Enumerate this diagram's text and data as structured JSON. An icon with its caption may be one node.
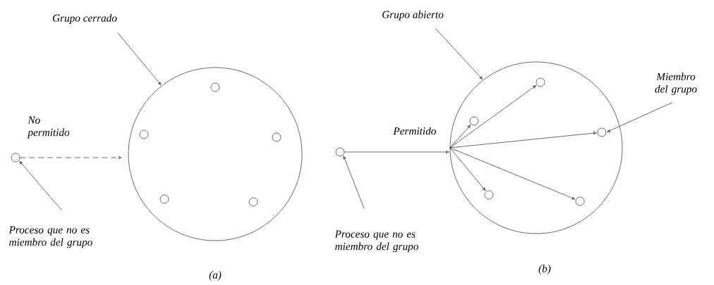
{
  "diagram": {
    "nodes": [
      {
        "text": [
          "Grupo cerrado"
        ]
      },
      {
        "text": [],
        "shape": "circle"
      },
      {
        "text": [],
        "shape": "circle",
        "in": 1
      },
      {
        "text": [],
        "shape": "circle",
        "in": 1
      },
      {
        "text": [],
        "shape": "circle",
        "in": 1
      },
      {
        "text": [],
        "shape": "circle",
        "in": 1
      },
      {
        "text": [],
        "shape": "circle",
        "in": 1
      },
      {
        "text": [],
        "shape": "circle"
      },
      {
        "text": [
          "Proceso que no es miembro del grupo"
        ]
      },
      {
        "text": [
          "Grupo abierto"
        ]
      },
      {
        "text": [],
        "shape": "circle"
      },
      {
        "text": [],
        "shape": "circle",
        "in": 10
      },
      {
        "text": [],
        "shape": "circle",
        "in": 10
      },
      {
        "text": [],
        "shape": "circle",
        "in": 10
      },
      {
        "text": [],
        "shape": "circle",
        "in": 10
      },
      {
        "text": [],
        "shape": "circle",
        "in": 10
      },
      {
        "text": [],
        "shape": "circle"
      },
      {
        "text": [
          "Miembro del grupo"
        ]
      },
      {
        "text": [
          "Proceso que no es miembro del grupo"
        ]
      }
    ],
    "edges": [
      {
        "from": 0,
        "to": 1,
        "arrow": "to"
      },
      {
        "from": 8,
        "to": 7,
        "arrow": "to"
      },
      {
        "from": 7,
        "to": 1,
        "arrow": "to",
        "style": "dashed",
        "label": "No permitido"
      },
      {
        "from": 9,
        "to": 10,
        "arrow": "to"
      },
      {
        "from": 16,
        "to": 10,
        "arrow": "to",
        "label": "Permitido"
      },
      {
        "from": 10,
        "to": 11,
        "arrow": "to"
      },
      {
        "from": 10,
        "to": 12,
        "arrow": "to"
      },
      {
        "from": 10,
        "to": 13,
        "arrow": "to"
      },
      {
        "from": 10,
        "to": 14,
        "arrow": "to"
      },
      {
        "from": 10,
        "to": 15,
        "arrow": "to"
      },
      {
        "from": 17,
        "to": 13,
        "arrow": "to"
      },
      {
        "from": 18,
        "to": 16,
        "arrow": "to"
      }
    ],
    "labels": [
      "(a)",
      "(b)"
    ]
  }
}
